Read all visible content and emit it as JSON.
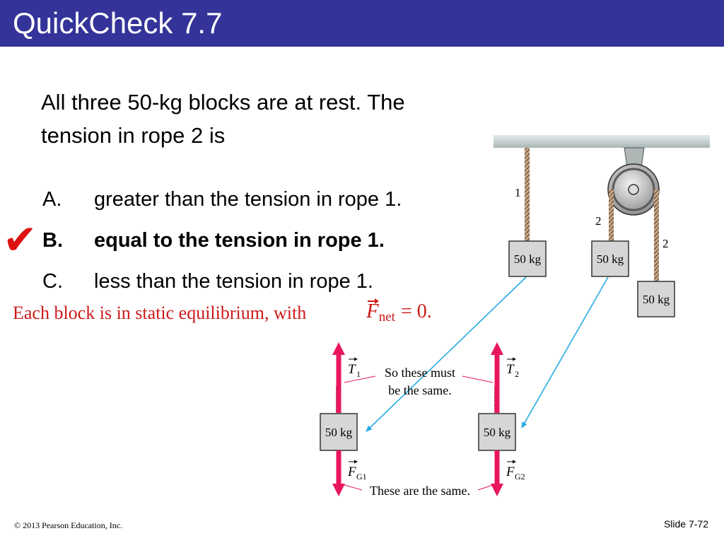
{
  "slide": {
    "title": "QuickCheck 7.7",
    "question": "All three 50-kg blocks are at rest. The tension in rope 2 is",
    "options": [
      {
        "letter": "A.",
        "text": "greater than the tension in rope 1."
      },
      {
        "letter": "B.",
        "text": "equal to the tension in rope 1."
      },
      {
        "letter": "C.",
        "text": "less than the tension in rope 1."
      }
    ],
    "correct_option": "B.",
    "check_mark": "✔",
    "explanation_text": "Each block is in static equilibrium, with",
    "explanation_math": {
      "symbol": "F",
      "subscript": "net",
      "rest": "= 0."
    },
    "footer_copyright": "© 2013 Pearson Education, Inc.",
    "slide_number": "Slide 7-72"
  },
  "diagram": {
    "rope_labels": [
      "1",
      "2",
      "2"
    ],
    "block_label": "50 kg",
    "force_labels": {
      "t1": {
        "symbol": "T",
        "subscript": "1"
      },
      "t2": {
        "symbol": "T",
        "subscript": "2"
      },
      "fg1": {
        "symbol": "F",
        "subscript": "G1"
      },
      "fg2": {
        "symbol": "F",
        "subscript": "G2"
      }
    },
    "note_top_line1": "So these must",
    "note_top_line2": "be the same.",
    "note_bottom": "These are the same.",
    "colors": {
      "title_bar": "#333399",
      "explanation": "#cc1a1a",
      "force_arrow": "#e8175d",
      "pointer_arrow": "#29abe2"
    }
  }
}
